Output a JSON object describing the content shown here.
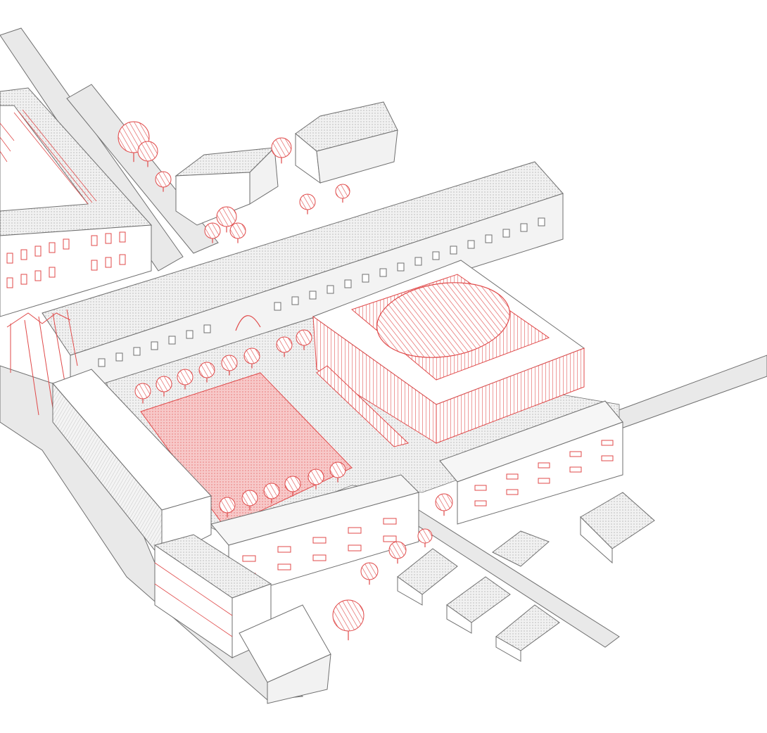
{
  "drawing": {
    "style": "isometric axonometric site drawing",
    "palette": {
      "background": "#ffffff",
      "line": "#6f6f6f",
      "roof": "#ededed",
      "wall": "#f7f7f7",
      "ground": "#e7e7e7",
      "accent": "#e04a4a",
      "accent_fill": "#f7c9c9"
    },
    "trees": [
      {
        "color": "accent"
      },
      {
        "color": "accent"
      },
      {
        "color": "accent"
      },
      {
        "color": "accent"
      },
      {
        "color": "accent"
      },
      {
        "color": "accent"
      },
      {
        "color": "accent"
      },
      {
        "color": "accent"
      },
      {
        "color": "accent"
      },
      {
        "color": "accent"
      },
      {
        "color": "accent"
      },
      {
        "color": "accent"
      },
      {
        "color": "accent"
      },
      {
        "color": "accent"
      },
      {
        "color": "accent"
      },
      {
        "color": "accent"
      },
      {
        "color": "accent"
      },
      {
        "color": "accent"
      },
      {
        "color": "accent"
      },
      {
        "color": "accent"
      },
      {
        "color": "accent"
      },
      {
        "color": "accent"
      },
      {
        "color": "accent"
      },
      {
        "color": "accent"
      },
      {
        "color": "accent"
      },
      {
        "color": "accent"
      },
      {
        "color": "accent"
      },
      {
        "color": "accent"
      }
    ]
  }
}
